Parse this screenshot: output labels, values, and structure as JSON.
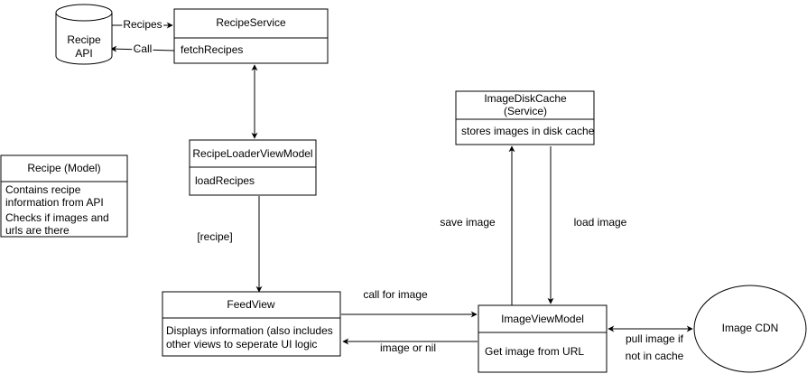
{
  "nodes": {
    "recipe_api": {
      "lines": [
        "Recipe",
        "API"
      ]
    },
    "recipe_service": {
      "title": "RecipeService",
      "items": [
        "fetchRecipes"
      ]
    },
    "recipe_loader_vm": {
      "title": "RecipeLoaderViewModel",
      "items": [
        "loadRecipes"
      ]
    },
    "recipe_model": {
      "title": "Recipe (Model)",
      "items": [
        "Contains recipe",
        "information from API",
        "Checks if images and",
        "urls are there"
      ]
    },
    "image_disk_cache": {
      "title_lines": [
        "ImageDiskCache",
        "(Service)"
      ],
      "items": [
        "stores images in disk cache"
      ]
    },
    "feed_view": {
      "title": "FeedView",
      "items": [
        "Displays information (also includes",
        "other views to seperate UI logic"
      ]
    },
    "image_view_model": {
      "title": "ImageViewModel",
      "items": [
        "Get image from URL"
      ]
    },
    "image_cdn": {
      "label": "Image CDN"
    }
  },
  "edges": {
    "recipes": "Recipes",
    "call": "Call",
    "recipe": "[recipe]",
    "save_image": "save image",
    "load_image": "load image",
    "call_for_image": "call for image",
    "image_or_nil": "image or nil",
    "pull_image": [
      "pull image if",
      "not in cache"
    ]
  }
}
